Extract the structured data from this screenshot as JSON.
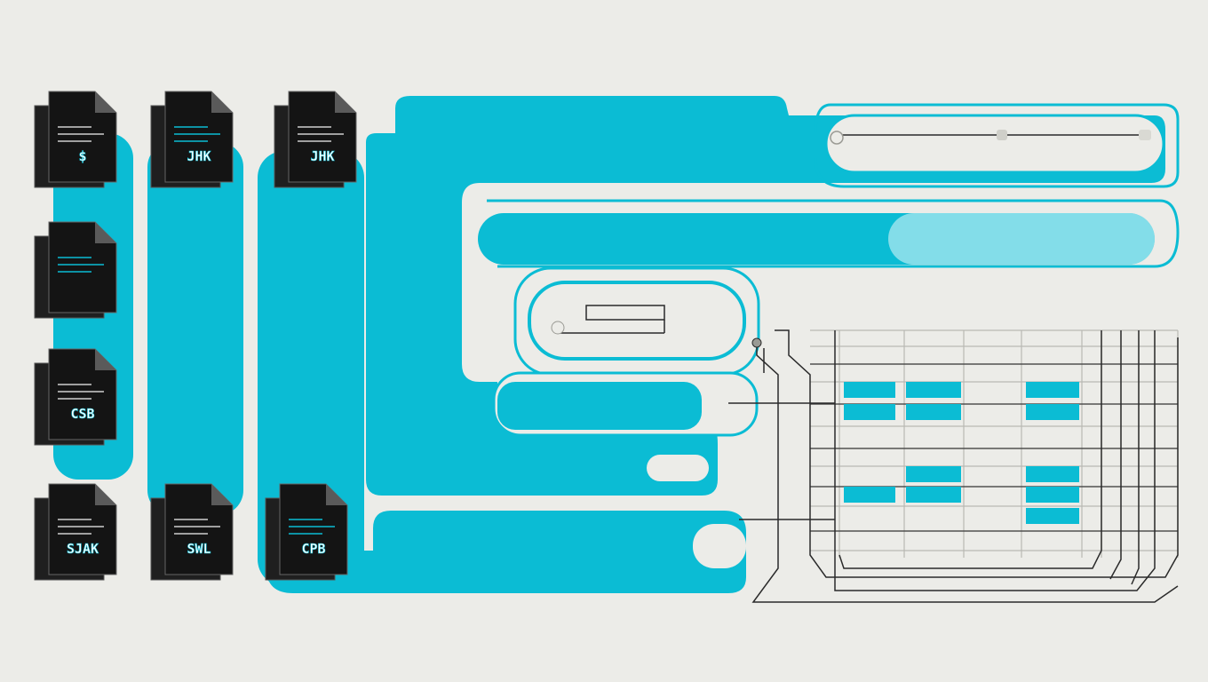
{
  "colors": {
    "background": "#ecece8",
    "accent": "#0bbcd4",
    "document": "#141414",
    "line": "#2a2a2a",
    "grid_line": "#b9b9b3"
  },
  "documents": [
    {
      "id": "doc-1",
      "label": "$",
      "icon": "file-icon"
    },
    {
      "id": "doc-2",
      "label": "",
      "icon": "file-icon"
    },
    {
      "id": "doc-3",
      "label": "CSB",
      "icon": "file-icon"
    },
    {
      "id": "doc-4",
      "label": "SJAK",
      "icon": "file-icon"
    },
    {
      "id": "doc-5",
      "label": "JHK",
      "icon": "file-icon"
    },
    {
      "id": "doc-6",
      "label": "SWL",
      "icon": "file-icon"
    },
    {
      "id": "doc-7",
      "label": "JHK",
      "icon": "file-icon"
    },
    {
      "id": "doc-8",
      "label": "CPB",
      "icon": "file-icon"
    }
  ],
  "grid": {
    "filled_cells": [
      [
        1,
        0
      ],
      [
        1,
        1
      ],
      [
        1,
        3
      ],
      [
        2,
        0
      ],
      [
        2,
        1
      ],
      [
        2,
        3
      ],
      [
        4,
        1
      ],
      [
        4,
        3
      ],
      [
        5,
        0
      ],
      [
        5,
        1
      ],
      [
        5,
        3
      ],
      [
        6,
        3
      ]
    ]
  }
}
